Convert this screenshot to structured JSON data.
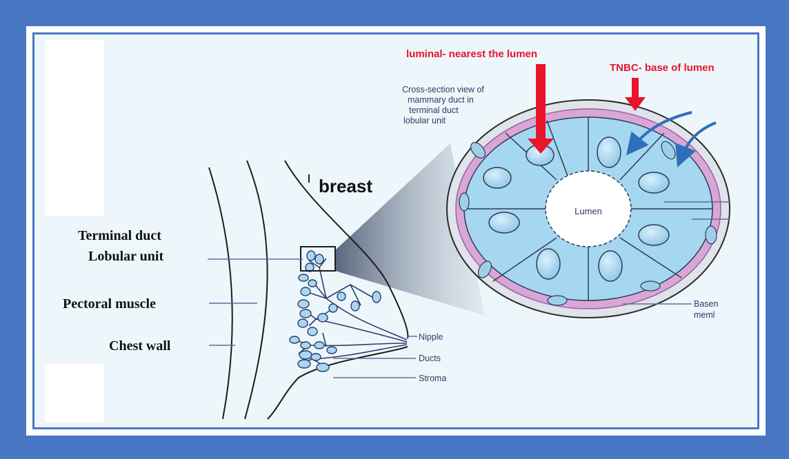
{
  "colors": {
    "outer_border": "#4a77c4",
    "diagram_background": "#edf6fa",
    "cell_fill": "#a6d7f0",
    "membrane_pink": "#d9a7d6",
    "annotation_red": "#e8152b",
    "blue_arrow": "#2f6fb9"
  },
  "labels": {
    "luminal": "luminal- nearest the lumen",
    "tnbc": "TNBC- base of lumen",
    "cross_section_1": "Cross-section view of",
    "cross_section_2": "mammary duct in",
    "cross_section_3": "terminal duct",
    "cross_section_4": "lobular unit",
    "breast": "breast",
    "lumen": "Lumen",
    "terminal_duct": "Terminal duct",
    "lobular_unit": "Lobular unit",
    "pectoral_muscle": "Pectoral muscle",
    "chest_wall": "Chest wall",
    "nipple": "Nipple",
    "ducts": "Ducts",
    "stroma": "Stroma",
    "basement_1": "Basen",
    "basement_2": "meml"
  }
}
